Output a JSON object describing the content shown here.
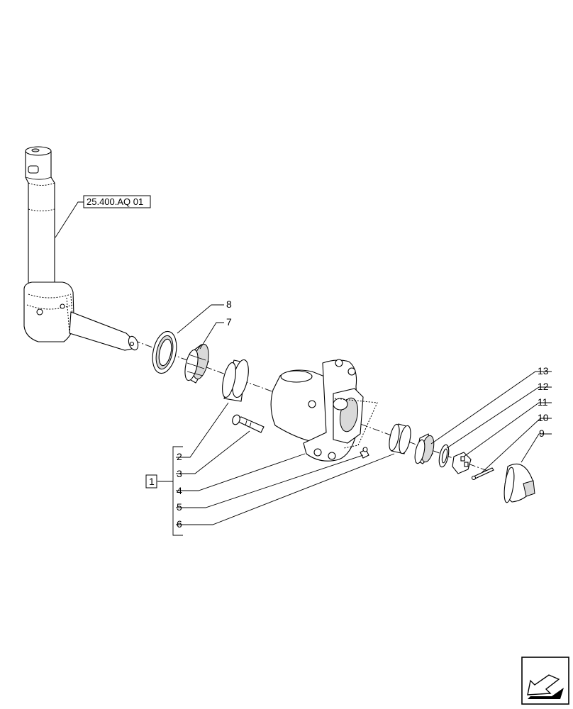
{
  "reference_box": {
    "label": "25.400.AQ 01"
  },
  "callouts": {
    "c8": "8",
    "c7": "7",
    "c13": "13",
    "c12": "12",
    "c11": "11",
    "c10": "10",
    "c9": "9",
    "c2": "2",
    "c3": "3",
    "c4": "4",
    "c5": "5",
    "c6": "6",
    "group": "1"
  },
  "icons": {
    "corner": "view-direction-arrow-icon"
  }
}
